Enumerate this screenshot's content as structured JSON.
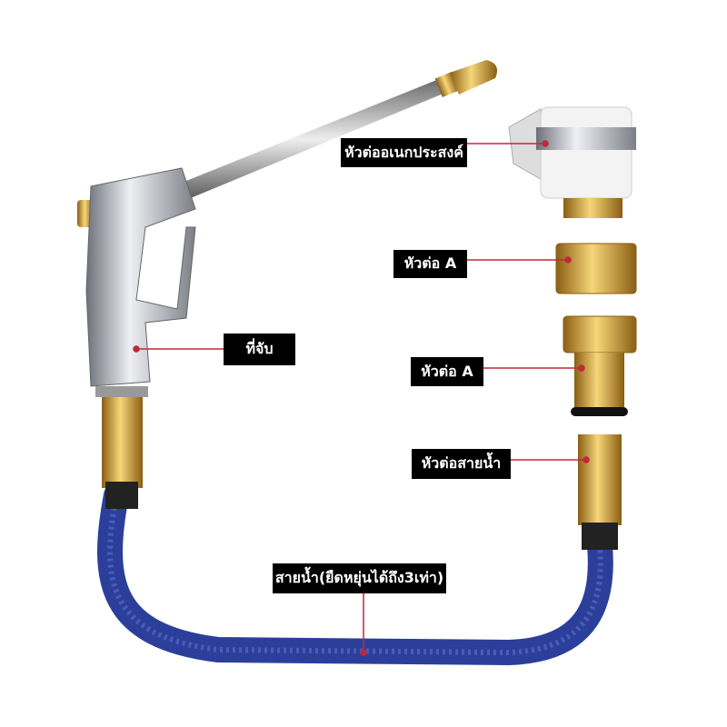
{
  "labels": {
    "multi_connector": "หัวต่ออเนกประสงค์",
    "connector_a_top": "หัวต่อ A",
    "handle": "ที่จับ",
    "connector_a_bottom": "หัวต่อ A",
    "hose_connector": "หัวต่อสายน้ำ",
    "hose": "สายน้ำ(ยืดหยุ่นได้ถึง3เท่า)"
  },
  "colors": {
    "leader_line": "#c0283a",
    "hose": "#2b3f9a",
    "brass": "#d4a53a",
    "chrome": "#b9bcc2"
  }
}
